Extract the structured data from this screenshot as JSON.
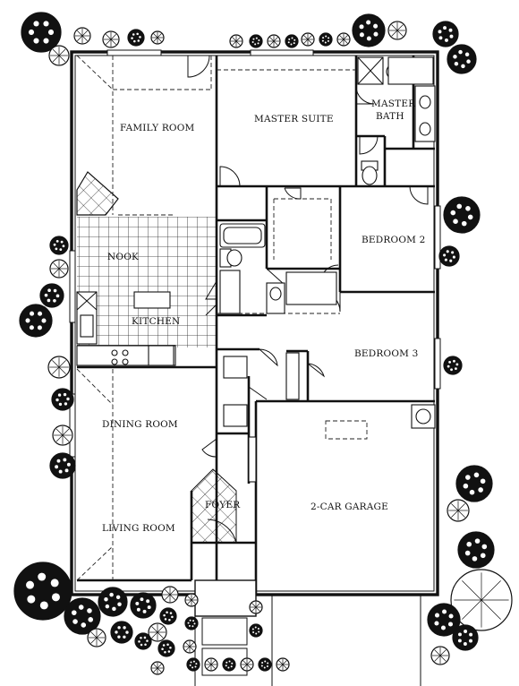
{
  "rooms": {
    "family_room": "FAMILY ROOM",
    "master_suite": "MASTER SUITE",
    "master_bath_line1": "MASTER",
    "master_bath_line2": "BATH",
    "bedroom_2": "BEDROOM 2",
    "nook": "NOOK",
    "kitchen": "KITCHEN",
    "bedroom_3": "BEDROOM 3",
    "dining_room": "DINING ROOM",
    "garage": "2-CAR GARAGE",
    "foyer": "FOYER",
    "living_room": "LIVING ROOM"
  },
  "icons": {
    "shrub": "shrub-icon",
    "tree": "tree-icon"
  },
  "colors": {
    "ink": "#111111",
    "paper": "#ffffff"
  }
}
